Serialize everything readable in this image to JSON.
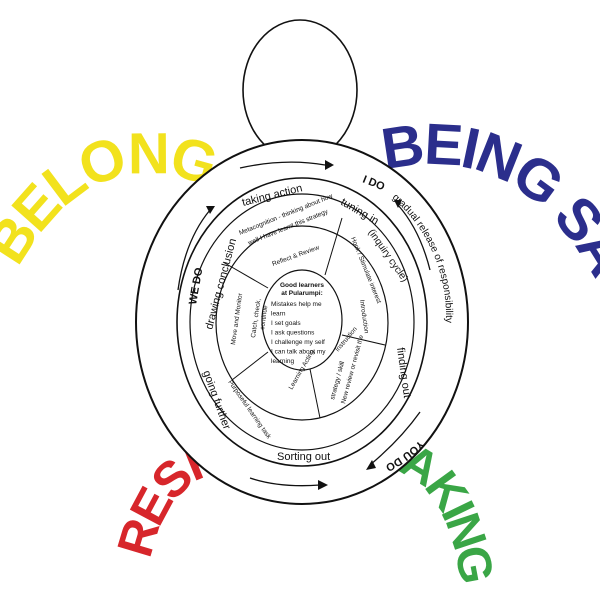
{
  "limbs": {
    "left_arm": {
      "label": "BELONGING",
      "color": "#f2e21d"
    },
    "right_arm": {
      "label": "BEING SAFE",
      "color": "#2b2e8c"
    },
    "left_leg": {
      "label": "RESPECT",
      "color": "#d7262b"
    },
    "right_leg": {
      "label": "TAKING",
      "color": "#3aa646"
    }
  },
  "outer_ring": {
    "i_do": "I DO",
    "we_do": "WE DO",
    "you_do": "YOU DO",
    "gradual": "gradual release of responsibility"
  },
  "cycle": {
    "taking_action": "taking action",
    "tuning_in": "tuning in",
    "inquiry_cycle": "(inquiry cycle)",
    "finding_out": "finding out",
    "sorting_out": "Sorting out",
    "going_further": "going further",
    "drawing_conclusion": "drawing conclusion"
  },
  "segments": {
    "metacognition_1": "Metacognition - thinking about how",
    "metacognition_2": "well I have learnt this strategy",
    "hook": "Hook / Stimulate interest",
    "introduction": "Introduction",
    "instruction": "Instruction",
    "new_review_1": "New review or revisit the",
    "new_review_2": "strategy / skill",
    "learning_acting": "Learning Acting",
    "purposeful": "Purposeful learning task",
    "catch_1": "Catch, check,",
    "catch_2": "continue",
    "move_monitor": "Move and Monitor",
    "reflect_review": "Reflect & Review"
  },
  "centre": {
    "heading_1": "Good learners",
    "heading_2": "at Pularumpi:",
    "lines": [
      "Mistakes help me",
      "learn",
      "I set goals",
      "I ask questions",
      "I challenge my self",
      "I can talk about my",
      "learning"
    ]
  }
}
